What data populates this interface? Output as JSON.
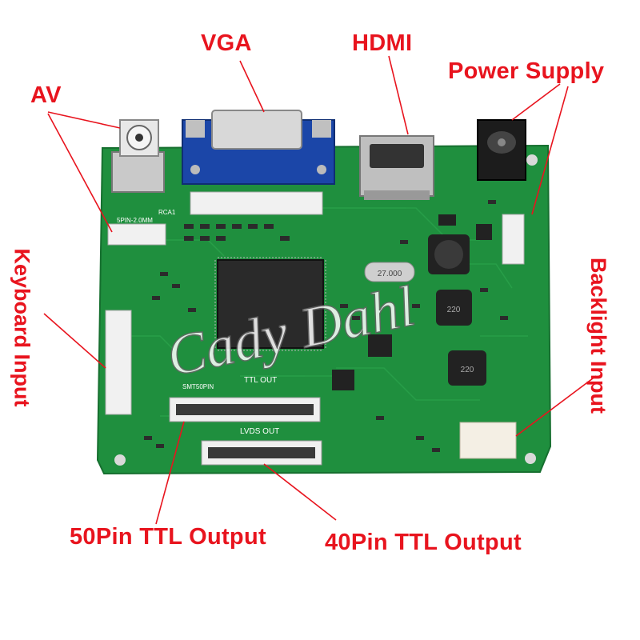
{
  "labels": {
    "vga": "VGA",
    "hdmi": "HDMI",
    "power_supply": "Power Supply",
    "av": "AV",
    "keyboard_input": "Keyboard Input",
    "backlight_input": "Backlight Input",
    "pin50_ttl_output": "50Pin TTL Output",
    "pin40_ttl_output": "40Pin TTL Output"
  },
  "silkscreen": {
    "ttl_out": "TTL OUT",
    "lvds_out": "LVDS OUT",
    "smt50pin": "SMT50PIN",
    "rca1": "RCA1",
    "pin5": "5PIN-2.0MM",
    "crystal": "27.000",
    "inductor1": "220",
    "inductor2": "220"
  },
  "watermark": "Cady Dahl",
  "colors": {
    "label_red": "#e8141e",
    "board_green": "#1f8f3e",
    "vga_blue": "#1b46a8"
  }
}
